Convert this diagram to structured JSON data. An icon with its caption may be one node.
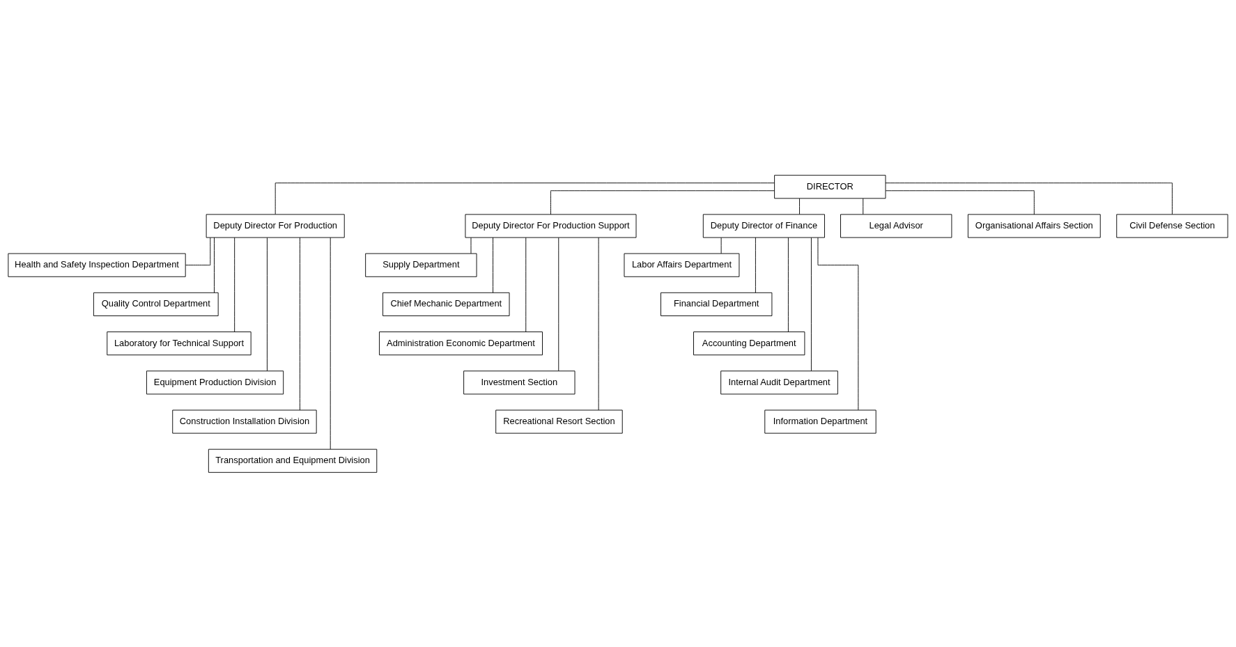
{
  "diagram": {
    "nodes": [
      {
        "text": [
          "DIRECTOR"
        ]
      },
      {
        "text": [
          "Deputy Director For Production"
        ]
      },
      {
        "text": [
          "Deputy Director For Production Support"
        ]
      },
      {
        "text": [
          "Deputy Director of Finance"
        ]
      },
      {
        "text": [
          "Health and Safety Inspection Department"
        ]
      },
      {
        "text": [
          "Quality Control Department"
        ]
      },
      {
        "text": [
          "Laboratory for Technical Support"
        ]
      },
      {
        "text": [
          "Supply Department"
        ]
      },
      {
        "text": [
          "Chief Mechanic Department"
        ]
      },
      {
        "text": [
          "Administration Economic Department"
        ]
      },
      {
        "text": [
          "Investment Section"
        ]
      },
      {
        "text": [
          "Recreational Resort Section"
        ]
      },
      {
        "text": [
          "Labor Affairs Department"
        ]
      },
      {
        "text": [
          "Financial Department"
        ]
      },
      {
        "text": [
          "Accounting Department"
        ]
      },
      {
        "text": [
          "Internal Audit Department"
        ]
      },
      {
        "text": [
          "Information Department"
        ]
      },
      {
        "text": [
          "Legal Advisor"
        ]
      },
      {
        "text": [
          "Organisational Affairs Section"
        ]
      },
      {
        "text": [
          "Civil Defense Section"
        ]
      },
      {
        "text": [
          "Equipment Production Division"
        ]
      },
      {
        "text": [
          "Construction Installation Division"
        ]
      },
      {
        "text": [
          "Transportation and Equipment Division"
        ]
      }
    ],
    "edges": [
      {
        "from": 0,
        "to": 1,
        "arrow": "none"
      },
      {
        "from": 0,
        "to": 2,
        "arrow": "none"
      },
      {
        "from": 0,
        "to": 3,
        "arrow": "none"
      },
      {
        "from": 0,
        "to": 17,
        "arrow": "none"
      },
      {
        "from": 0,
        "to": 18,
        "arrow": "none"
      },
      {
        "from": 0,
        "to": 19,
        "arrow": "none"
      },
      {
        "from": 1,
        "to": 4,
        "arrow": "none"
      },
      {
        "from": 1,
        "to": 5,
        "arrow": "none"
      },
      {
        "from": 1,
        "to": 6,
        "arrow": "none"
      },
      {
        "from": 2,
        "to": 7,
        "arrow": "none"
      },
      {
        "from": 2,
        "to": 8,
        "arrow": "none"
      },
      {
        "from": 2,
        "to": 9,
        "arrow": "none"
      },
      {
        "from": 2,
        "to": 10,
        "arrow": "none"
      },
      {
        "from": 2,
        "to": 11,
        "arrow": "none"
      },
      {
        "from": 3,
        "to": 12,
        "arrow": "none"
      },
      {
        "from": 3,
        "to": 13,
        "arrow": "none"
      },
      {
        "from": 3,
        "to": 14,
        "arrow": "none"
      },
      {
        "from": 3,
        "to": 15,
        "arrow": "none"
      },
      {
        "from": 3,
        "to": 16,
        "arrow": "none"
      },
      {
        "from": 1,
        "to": 20,
        "arrow": "none"
      },
      {
        "from": 1,
        "to": 21,
        "arrow": "none"
      },
      {
        "from": 1,
        "to": 22,
        "arrow": "none"
      }
    ]
  }
}
